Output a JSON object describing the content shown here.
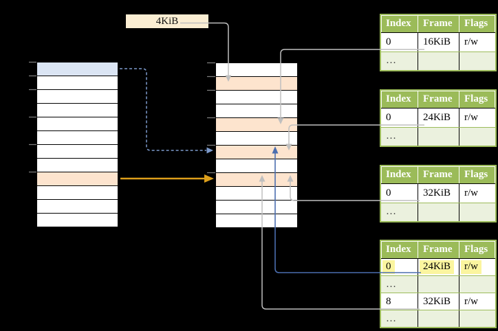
{
  "page_size_label": {
    "text": "4KiB"
  },
  "colors": {
    "background": "#000000",
    "cell_white": "#ffffff",
    "cell_blue": "#dbe5f4",
    "cell_peach": "#fde4ce",
    "label_box_fill": "#fbeed3",
    "table_border_green": "#9bbb59",
    "table_header_green": "#9bbb59",
    "table_header_text": "#ffffff",
    "table_row_light_green": "#ebf1de",
    "yellow_highlight": "#fbf59f",
    "arrow_gray": "#bfbfbf",
    "arrow_blue_solid": "#4b6eaf",
    "arrow_blue_dashed": "#7d9bcd",
    "arrow_orange": "#dd9f1b",
    "tick_gray": "#7f7f7f",
    "cell_border_black": "#000000"
  },
  "virtual_column": {
    "row_fills": [
      "blue",
      "white",
      "white",
      "white",
      "white",
      "white",
      "white",
      "white",
      "peach",
      "white",
      "white",
      "white"
    ]
  },
  "physical_column": {
    "row_fills": [
      "white",
      "peach",
      "white",
      "white",
      "peach",
      "white",
      "peach",
      "white",
      "peach",
      "white",
      "white",
      "white"
    ]
  },
  "tables": [
    {
      "name": "page-table-1",
      "headers": [
        "Index",
        "Frame",
        "Flags"
      ],
      "rows": [
        [
          "0",
          "16KiB",
          "r/w"
        ],
        [
          "…",
          "",
          ""
        ]
      ]
    },
    {
      "name": "page-table-2",
      "headers": [
        "Index",
        "Frame",
        "Flags"
      ],
      "rows": [
        [
          "0",
          "24KiB",
          "r/w"
        ],
        [
          "…",
          "",
          ""
        ]
      ]
    },
    {
      "name": "page-table-3",
      "headers": [
        "Index",
        "Frame",
        "Flags"
      ],
      "rows": [
        [
          "0",
          "32KiB",
          "r/w"
        ],
        [
          "…",
          "",
          ""
        ]
      ]
    },
    {
      "name": "page-table-4",
      "headers": [
        "Index",
        "Frame",
        "Flags"
      ],
      "rows": [
        [
          "0",
          "24KiB",
          "r/w"
        ],
        [
          "…",
          "",
          ""
        ],
        [
          "8",
          "32KiB",
          "r/w"
        ],
        [
          "…",
          "",
          ""
        ]
      ],
      "highlighted_row": 0
    }
  ],
  "arrows": [
    {
      "name": "connector-4kib-to-frame",
      "color": "gray",
      "style": "solid"
    },
    {
      "name": "connector-table1-frame-16kib",
      "color": "gray",
      "style": "solid"
    },
    {
      "name": "connector-table2-frame-24kib",
      "color": "gray",
      "style": "solid"
    },
    {
      "name": "connector-table3-frame-32kib",
      "color": "gray",
      "style": "solid"
    },
    {
      "name": "connector-table4-frame-24kib",
      "color": "blue",
      "style": "solid"
    },
    {
      "name": "connector-table4-frame-32kib",
      "color": "gray",
      "style": "solid"
    },
    {
      "name": "arrow-virtual-page-to-physical-dashed",
      "color": "light-blue",
      "style": "dashed"
    },
    {
      "name": "arrow-virtual-page-to-physical-mapped",
      "color": "orange",
      "style": "solid"
    }
  ]
}
